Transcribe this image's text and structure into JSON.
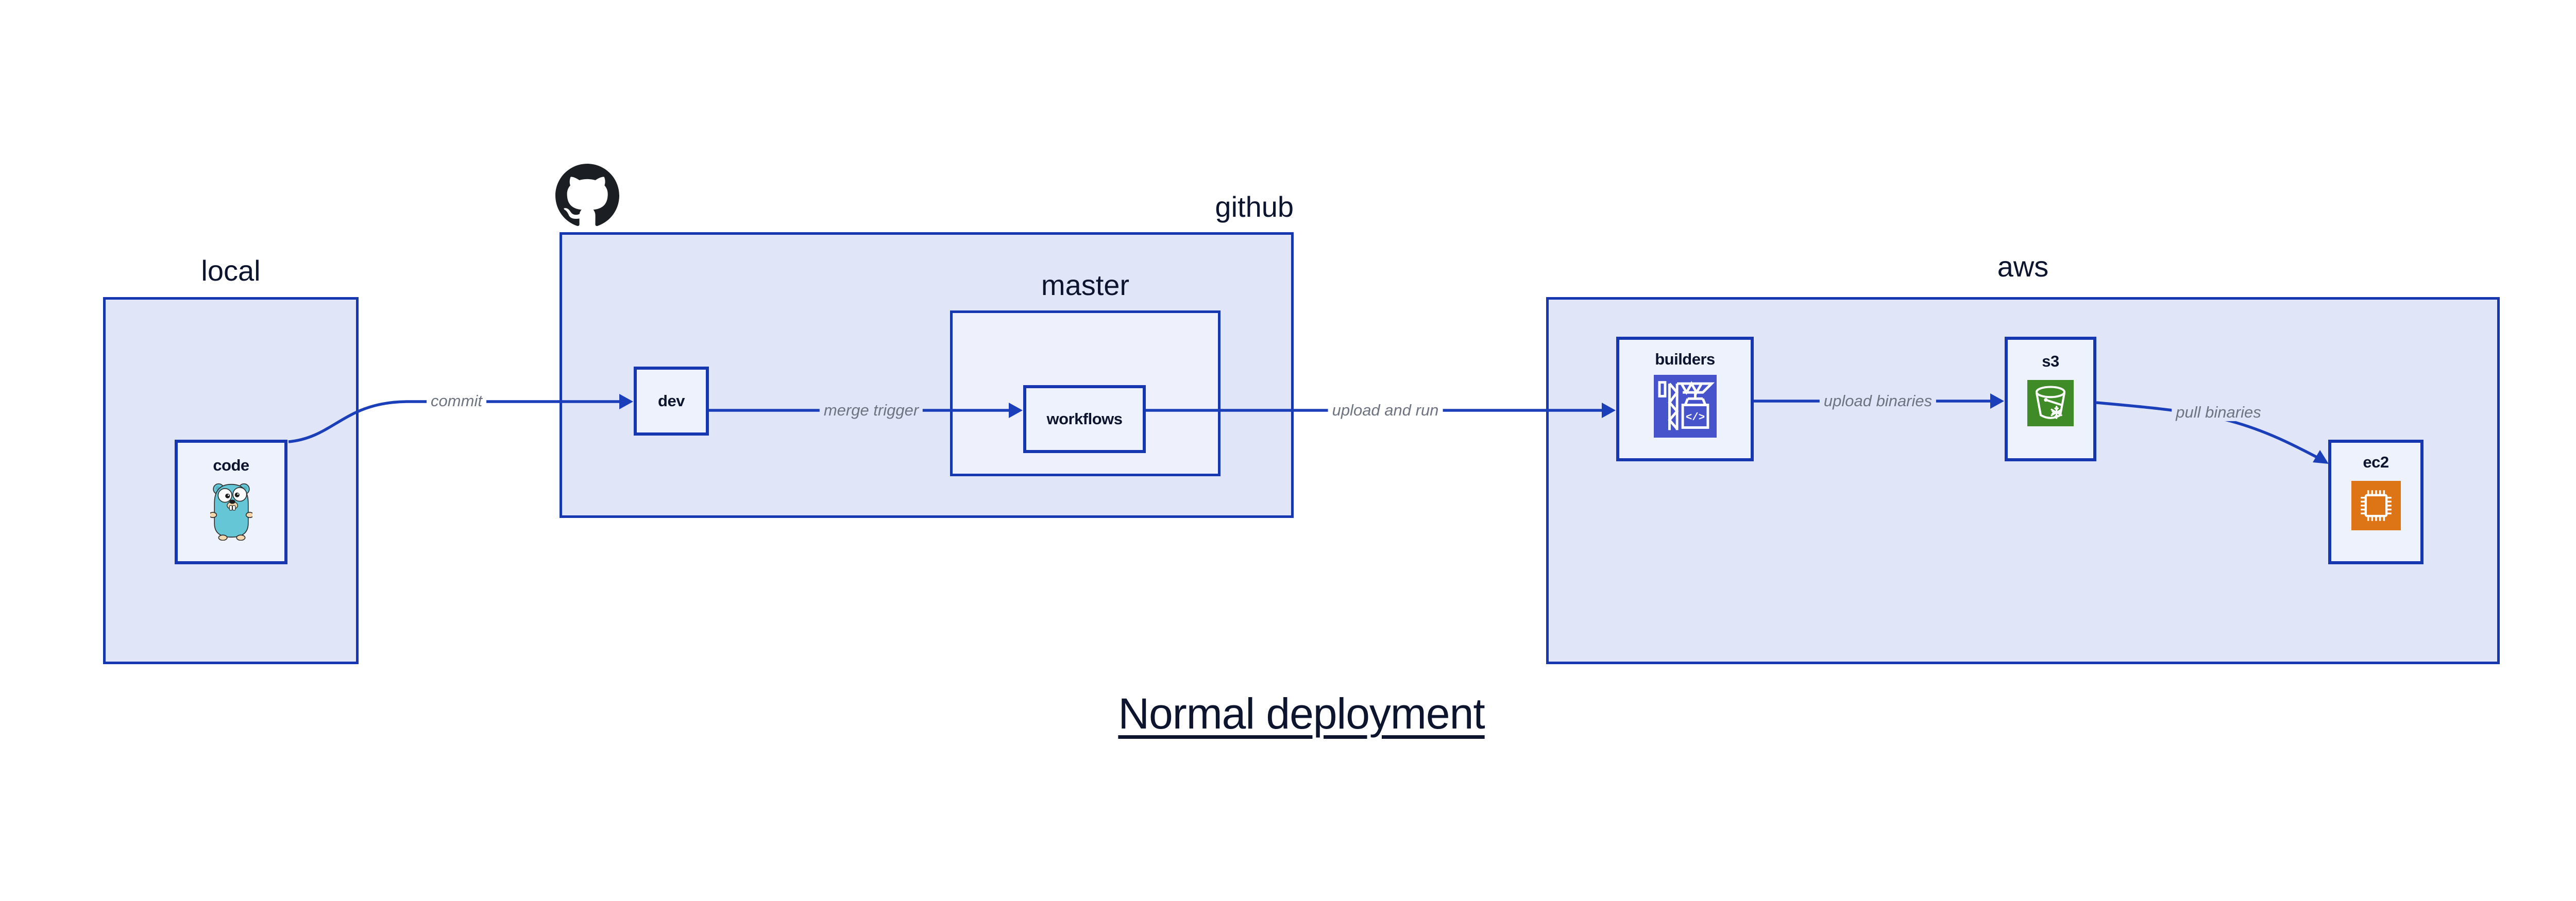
{
  "title": "Normal deployment",
  "containers": {
    "local": {
      "label": "local"
    },
    "github": {
      "label": "github"
    },
    "master": {
      "label": "master"
    },
    "aws": {
      "label": "aws"
    }
  },
  "nodes": {
    "code": {
      "label": "code",
      "icon": "go-gopher-icon"
    },
    "dev": {
      "label": "dev"
    },
    "workflows": {
      "label": "workflows"
    },
    "builders": {
      "label": "builders",
      "icon": "codebuild-crane-icon",
      "icon_symbol": "</>"
    },
    "s3": {
      "label": "s3",
      "icon": "s3-bucket-icon"
    },
    "ec2": {
      "label": "ec2",
      "icon": "ec2-chip-icon"
    }
  },
  "edges": {
    "commit": {
      "label": "commit"
    },
    "merge_trigger": {
      "label": "merge trigger"
    },
    "upload_and_run": {
      "label": "upload and run"
    },
    "upload_binaries": {
      "label": "upload binaries"
    },
    "pull_binaries": {
      "label": "pull binaries"
    }
  },
  "icons": {
    "github_logo": "github-octocat-icon"
  },
  "colors": {
    "border_blue": "#1637b0",
    "arrow_blue": "#1b3fb8",
    "container_fill": "#e0e6f8",
    "master_fill": "#eef1fb",
    "node_fill": "#eef2fc",
    "edge_label_gray": "#6e7380",
    "text_navy": "#0d142e",
    "codebuild_purple": "#4653cb",
    "s3_green": "#3f8b28",
    "ec2_orange": "#dd7516",
    "gopher_teal": "#65c6d6",
    "gopher_tan": "#f3d8ae",
    "octocat_black": "#1b1f23"
  }
}
